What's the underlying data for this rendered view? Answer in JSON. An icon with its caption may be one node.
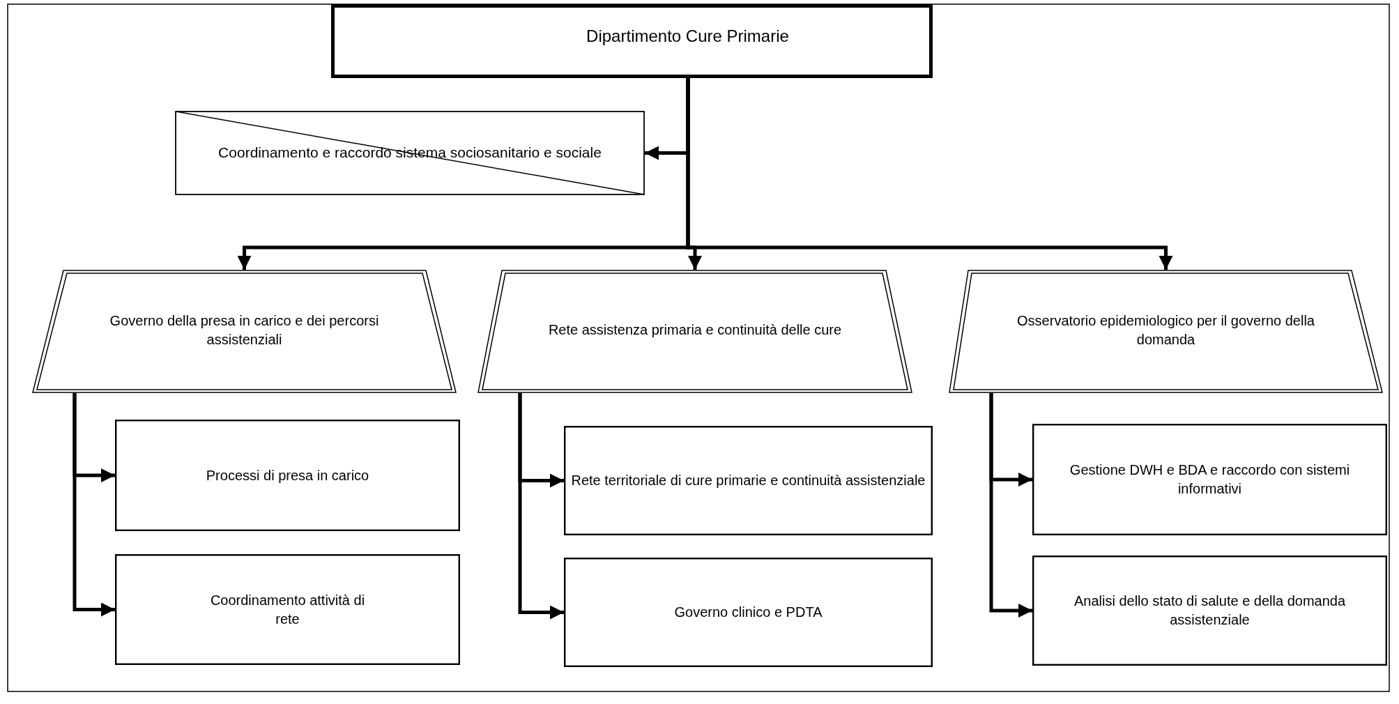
{
  "diagram": {
    "nodes": [
      {
        "text": [
          "Dipartimento Cure Primarie"
        ]
      },
      {
        "text": [
          "Coordinamento e raccordo sistema sociosanitario e sociale"
        ]
      },
      {
        "text": [
          "Governo della presa in carico e dei percorsi assistenziali"
        ]
      },
      {
        "text": [
          "Rete assistenza primaria e continuità delle cure"
        ]
      },
      {
        "text": [
          "Osservatorio epidemiologico per il governo della domanda"
        ]
      },
      {
        "text": [
          "Processi di presa in carico"
        ]
      },
      {
        "text": [
          "Coordinamento attività di rete"
        ]
      },
      {
        "text": [
          "Rete territoriale di cure primarie e continuità assistenziale"
        ]
      },
      {
        "text": [
          "Governo clinico e PDTA"
        ]
      },
      {
        "text": [
          "Gestione DWH e BDA e raccordo con sistemi informativi"
        ]
      },
      {
        "text": [
          "Analisi dello stato di salute e della domanda assistenziale"
        ]
      }
    ],
    "edges": [
      {
        "from": 0,
        "to": 1,
        "arrow": "to"
      },
      {
        "from": 0,
        "to": 2,
        "arrow": "to"
      },
      {
        "from": 0,
        "to": 3,
        "arrow": "to"
      },
      {
        "from": 0,
        "to": 4,
        "arrow": "to"
      },
      {
        "from": 2,
        "to": 5,
        "arrow": "to"
      },
      {
        "from": 2,
        "to": 6,
        "arrow": "to"
      },
      {
        "from": 3,
        "to": 7,
        "arrow": "to"
      },
      {
        "from": 3,
        "to": 8,
        "arrow": "to"
      },
      {
        "from": 4,
        "to": 9,
        "arrow": "to"
      },
      {
        "from": 4,
        "to": 10,
        "arrow": "to"
      }
    ]
  }
}
